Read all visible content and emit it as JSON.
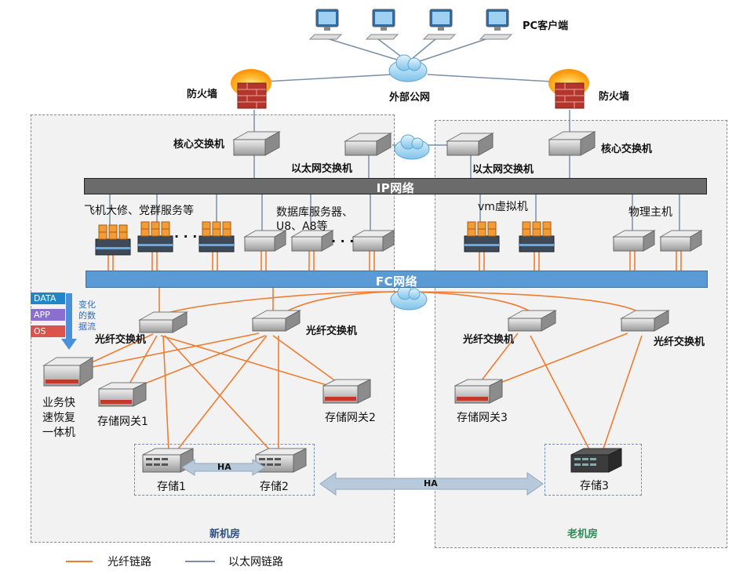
{
  "labels": {
    "pc_clients": "PC客户端",
    "public_net": "外部公网",
    "firewall_left": "防火墙",
    "firewall_right": "防火墙",
    "core_switch_left": "核心交换机",
    "core_switch_right": "核心交换机",
    "eth_switch_left": "以太网交换机",
    "eth_switch_right": "以太网交换机",
    "ip_network": "IP网络",
    "fc_network": "FC网络",
    "group_left": "飞机大修、党群服务等",
    "group_db_line1": "数据库服务器、",
    "group_db_line2": "U8、A8等",
    "group_vm": "vm虚拟机",
    "group_physical": "物理主机",
    "ellipsis_1": "· · ·",
    "ellipsis_2": "· · ·",
    "fiber_switch_1": "光纤交换机",
    "fiber_switch_2": "光纤交换机",
    "fiber_switch_3": "光纤交换机",
    "fiber_switch_4": "光纤交换机",
    "recovery_line1": "业务快",
    "recovery_line2": "速恢复",
    "recovery_line3": "一体机",
    "storage_gw_1": "存储网关1",
    "storage_gw_2": "存储网关2",
    "storage_gw_3": "存储网关3",
    "storage_1": "存储1",
    "storage_2": "存储2",
    "storage_3": "存储3",
    "ha_inner": "HA",
    "ha_outer": "HA",
    "new_room": "新机房",
    "old_room": "老机房",
    "flow_line1": "变化",
    "flow_line2": "的数",
    "flow_line3": "据流",
    "legend_fiber": "光纤链路",
    "legend_ethernet": "以太网链路"
  },
  "data_tags": [
    {
      "label": "DATA",
      "color": "#1f86c8"
    },
    {
      "label": "APP",
      "color": "#8b6fcf"
    },
    {
      "label": "OS",
      "color": "#d9534f"
    }
  ],
  "colors": {
    "fiber_link": "#ed7d31",
    "ethernet_link": "#7a8fa8",
    "ip_bar": "#6b6b6b",
    "fc_bar": "#5b9bd5",
    "ha_arrow": "#b8c9dc",
    "old_room_label": "#2e8b57",
    "new_room_label": "#2f4f7f"
  }
}
